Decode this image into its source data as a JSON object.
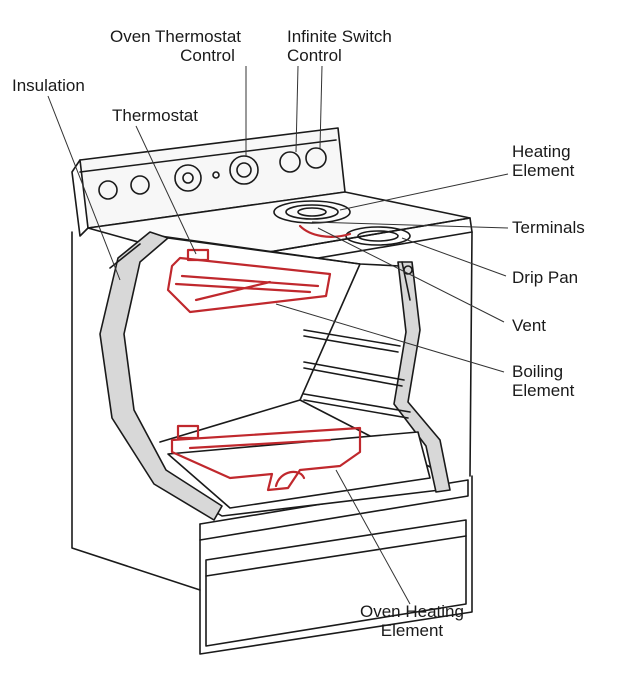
{
  "diagram": {
    "colors": {
      "outline": "#1a1a1a",
      "element": "#c0282d",
      "leader": "#333333",
      "panel": "#f2f2f2"
    },
    "labels": {
      "oven_thermostat_control": {
        "line1": "Oven Thermostat",
        "line2": "Control"
      },
      "infinite_switch_control": {
        "line1": "Infinite Switch",
        "line2": "Control"
      },
      "insulation": "Insulation",
      "thermostat": "Thermostat",
      "heating_element": {
        "line1": "Heating",
        "line2": "Element"
      },
      "terminals": "Terminals",
      "drip_pan": "Drip Pan",
      "vent": "Vent",
      "boiling_element": {
        "line1": "Boiling",
        "line2": "Element"
      },
      "oven_heating_element": {
        "line1": "Oven Heating",
        "line2": "Element"
      }
    }
  }
}
